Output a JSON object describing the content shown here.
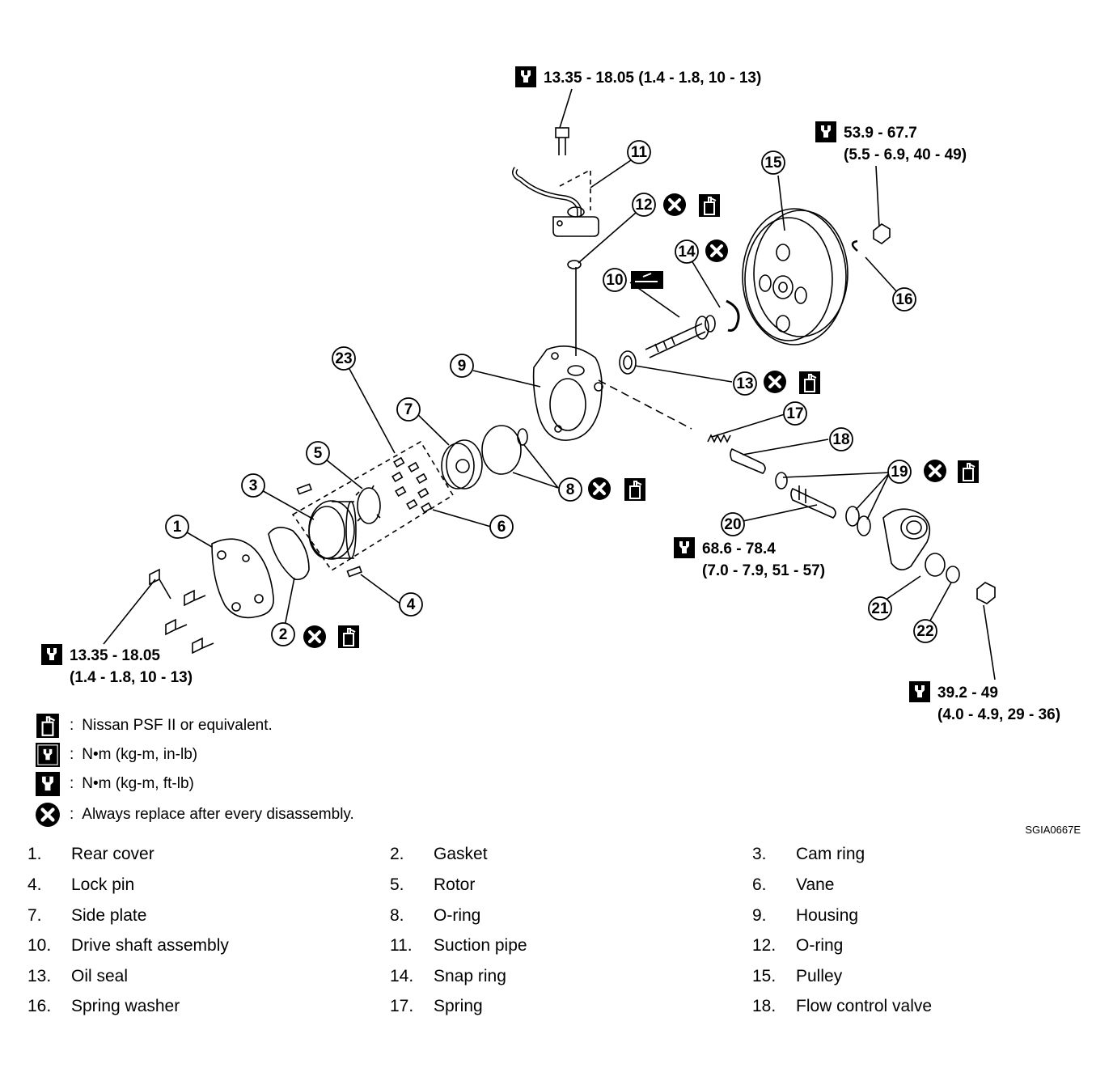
{
  "torques": {
    "suction_bolt": "13.35 - 18.05 (1.4 - 1.8, 10 - 13)",
    "pulley_nut_line1": "53.9 - 67.7",
    "pulley_nut_line2": "(5.5 - 6.9, 40 - 49)",
    "rear_bolts_line1": "13.35 - 18.05",
    "rear_bolts_line2": "(1.4 - 1.8, 10 - 13)",
    "connector_line1": "68.6 - 78.4",
    "connector_line2": "(7.0 - 7.9, 51 - 57)",
    "fitting_nut_line1": "39.2 - 49",
    "fitting_nut_line2": "(4.0 - 4.9, 29 - 36)"
  },
  "callouts": [
    "1",
    "2",
    "3",
    "4",
    "5",
    "6",
    "7",
    "8",
    "9",
    "10",
    "11",
    "12",
    "13",
    "14",
    "15",
    "16",
    "17",
    "18",
    "19",
    "20",
    "21",
    "22",
    "23"
  ],
  "legend": [
    {
      "icon": "fluid-can-icon",
      "text": "Nissan PSF II or equivalent."
    },
    {
      "icon": "torque-wrench-inlb-icon",
      "text": "N•m  (kg-m,  in-lb)"
    },
    {
      "icon": "torque-wrench-ftlb-icon",
      "text": "N•m  (kg-m,  ft-lb)"
    },
    {
      "icon": "replace-x-icon",
      "text": "Always replace after every disassembly."
    }
  ],
  "legend_colon": ":",
  "figure_code": "SGIA0667E",
  "parts": [
    {
      "num": "1.",
      "name": "Rear cover"
    },
    {
      "num": "2.",
      "name": "Gasket"
    },
    {
      "num": "3.",
      "name": "Cam ring"
    },
    {
      "num": "4.",
      "name": "Lock pin"
    },
    {
      "num": "5.",
      "name": "Rotor"
    },
    {
      "num": "6.",
      "name": "Vane"
    },
    {
      "num": "7.",
      "name": "Side plate"
    },
    {
      "num": "8.",
      "name": "O-ring"
    },
    {
      "num": "9.",
      "name": "Housing"
    },
    {
      "num": "10.",
      "name": "Drive shaft assembly"
    },
    {
      "num": "11.",
      "name": "Suction pipe"
    },
    {
      "num": "12.",
      "name": "O-ring"
    },
    {
      "num": "13.",
      "name": "Oil seal"
    },
    {
      "num": "14.",
      "name": "Snap ring"
    },
    {
      "num": "15.",
      "name": "Pulley"
    },
    {
      "num": "16.",
      "name": "Spring washer"
    },
    {
      "num": "17.",
      "name": "Spring"
    },
    {
      "num": "18.",
      "name": "Flow control valve"
    }
  ]
}
